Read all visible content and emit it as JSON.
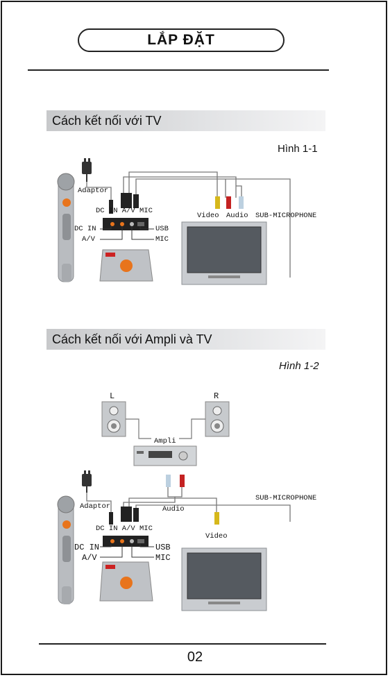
{
  "header": {
    "title": "LẮP ĐẶT"
  },
  "section1": {
    "heading": "Cách kết nối với TV",
    "figure": "Hình 1-1",
    "labels": {
      "adaptor": "Adaptor",
      "ports_top": "DC IN A/V MIC",
      "dc_in": "DC IN",
      "av": "A/V",
      "usb": "USB",
      "mic": "MIC",
      "video": "Video",
      "audio": "Audio",
      "sub_mic": "SUB-MICROPHONE"
    }
  },
  "section2": {
    "heading": "Cách kết nối với Ampli và TV",
    "figure": "Hình 1-2",
    "labels": {
      "left": "L",
      "right": "R",
      "ampli": "Ampli",
      "adaptor": "Adaptor",
      "ports_top": "DC IN A/V MIC",
      "dc_in": "DC IN",
      "av": "A/V",
      "usb": "USB",
      "mic": "MIC",
      "audio": "Audio",
      "video": "Video",
      "sub_mic": "SUB-MICROPHONE"
    }
  },
  "footer": {
    "page_number": "02"
  }
}
